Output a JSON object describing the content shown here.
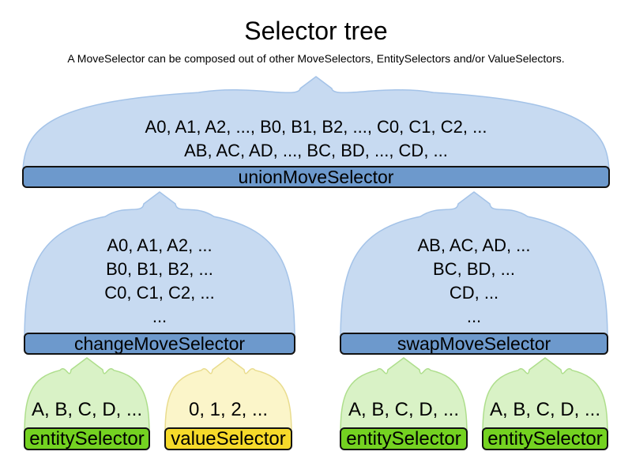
{
  "title": "Selector tree",
  "subtitle": "A MoveSelector can be composed out of other MoveSelectors, EntitySelectors and/or ValueSelectors.",
  "colors": {
    "blue_fill": "#c7daf1",
    "blue_stroke": "#a4c3e8",
    "blue_bar": "#6d99cc",
    "green_fill": "#d9f2c6",
    "green_stroke": "#aede8c",
    "green_bar": "#74d221",
    "yellow_fill": "#fbf5c9",
    "yellow_stroke": "#e9dc8e",
    "yellow_bar": "#f6da2a",
    "bar_border": "#121212",
    "text": "#000000"
  },
  "nodes": {
    "union": {
      "label": "unionMoveSelector",
      "lines": [
        "A0, A1, A2, ..., B0, B1, B2, ..., C0, C1, C2, ...",
        "AB, AC, AD, ..., BC, BD, ..., CD, ..."
      ]
    },
    "change": {
      "label": "changeMoveSelector",
      "lines": [
        "A0, A1, A2, ...",
        "B0, B1, B2, ...",
        "C0, C1, C2, ...",
        "..."
      ]
    },
    "swap": {
      "label": "swapMoveSelector",
      "lines": [
        "AB, AC, AD, ...",
        "BC, BD, ...",
        "CD, ...",
        "..."
      ]
    },
    "entity_left": {
      "label": "entitySelector",
      "lines": [
        "A, B, C, D, ..."
      ]
    },
    "value": {
      "label": "valueSelector",
      "lines": [
        "0, 1, 2, ..."
      ]
    },
    "entity_mid": {
      "label": "entitySelector",
      "lines": [
        "A, B, C, D, ..."
      ]
    },
    "entity_right": {
      "label": "entitySelector",
      "lines": [
        "A, B, C, D, ..."
      ]
    }
  }
}
